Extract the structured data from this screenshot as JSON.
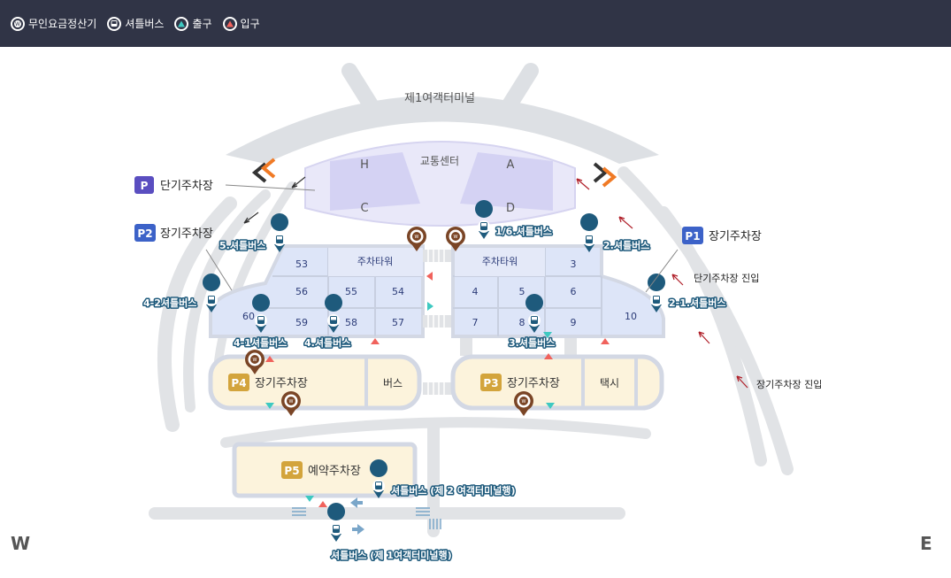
{
  "legend": {
    "items": [
      {
        "icon": "payment-kiosk-icon",
        "label": "무인요금정산기"
      },
      {
        "icon": "shuttle-bus-icon",
        "label": "셔틀버스"
      },
      {
        "icon": "exit-icon",
        "label": "출구"
      },
      {
        "icon": "entrance-icon",
        "label": "입구"
      }
    ]
  },
  "terminal": {
    "label": "제1여객터미널"
  },
  "transport_center": {
    "label": "교통센터",
    "zones": [
      "H",
      "A",
      "C",
      "D"
    ]
  },
  "parking": {
    "short_term": {
      "badge": "P",
      "label": "단기주차장",
      "entry": "단기주차장 진입"
    },
    "p1": {
      "badge": "P1",
      "label": "장기주차장"
    },
    "p2": {
      "badge": "P2",
      "label": "장기주차장"
    },
    "p3": {
      "badge": "P3",
      "label": "장기주차장"
    },
    "p4": {
      "badge": "P4",
      "label": "장기주차장"
    },
    "p5": {
      "badge": "P5",
      "label": "예약주차장"
    },
    "long_term_entry": "장기주차장 진입"
  },
  "facilities": {
    "bus": "버스",
    "taxi": "택시",
    "parking_tower": "주차타워"
  },
  "zones_west": [
    "53",
    "56",
    "55",
    "54",
    "60",
    "59",
    "58",
    "57"
  ],
  "zones_east": [
    "3",
    "4",
    "5",
    "6",
    "7",
    "8",
    "9",
    "10"
  ],
  "shuttles": {
    "s1_6": "1/6.셔틀버스",
    "s2": "2.셔틀버스",
    "s2_1": "2-1.셔틀버스",
    "s3": "3.셔틀버스",
    "s4": "4.셔틀버스",
    "s4_1": "4-1셔틀버스",
    "s4_2": "4-2셔틀버스",
    "s5": "5.셔틀버스",
    "to_t2": "셔틀버스 (제 2 여객터미널행)",
    "to_t1": "셔틀버스 (제 1여객터미널행)"
  },
  "compass": {
    "west": "W",
    "east": "E"
  },
  "colors": {
    "header": "#303446",
    "shuttle": "#1e5a7c",
    "kiosk": "#7a4526",
    "lot": "#dde5f8",
    "parking_yellow": "#fcf3dc",
    "badge_blue": "#3c62c8",
    "badge_purple": "#5a4ec0",
    "badge_gold": "#d3a43c"
  }
}
